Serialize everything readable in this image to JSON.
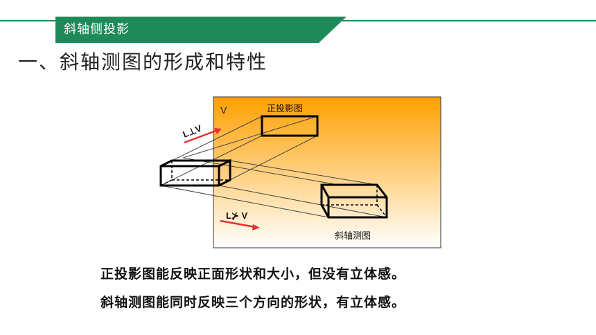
{
  "header": {
    "section_title": "斜轴侧投影",
    "accent_color": "#1e8a5a"
  },
  "heading": "一、斜轴测图的形成和特性",
  "figure": {
    "plane_label": "V",
    "top_label": "正投影图",
    "bottom_label": "斜轴测图",
    "arrow_perp_label": "L⊥V",
    "arrow_oblique_label": "L⊁ V",
    "gradient_colors": [
      "#ffa000",
      "#ffffff"
    ]
  },
  "captions": [
    "正投影图能反映正面形状和大小，但没有立体感。",
    "斜轴测图能同时反映三个方向的形状，有立体感。"
  ]
}
